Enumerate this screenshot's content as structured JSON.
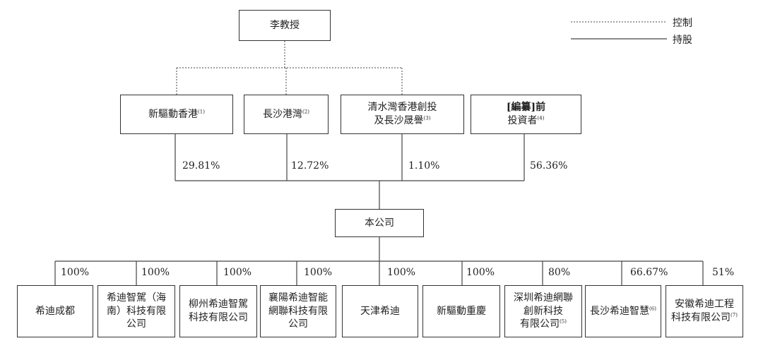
{
  "legend": {
    "control": "控制",
    "holding": "持股"
  },
  "founder": "李教授",
  "shareholders": [
    {
      "line1": "新驅動香港",
      "line2": "",
      "note": "(1)",
      "percent": "29.81%"
    },
    {
      "line1": "長沙港灣",
      "line2": "",
      "note": "(2)",
      "percent": "12.72%"
    },
    {
      "line1": "清水灣香港創投",
      "line2": "及長沙晟譽",
      "note": "(3)",
      "percent": "1.10%"
    },
    {
      "line1": "[編纂]前",
      "line2": "投資者",
      "note": "(4)",
      "percent": "56.36%"
    }
  ],
  "company": "本公司",
  "subsidiaries": [
    {
      "lines": [
        "希迪成都"
      ],
      "note": "",
      "percent": "100%"
    },
    {
      "lines": [
        "希迪智駕（海",
        "南）科技有限",
        "公司"
      ],
      "note": "",
      "percent": "100%"
    },
    {
      "lines": [
        "柳州希迪智駕",
        "科技有限公司"
      ],
      "note": "",
      "percent": "100%"
    },
    {
      "lines": [
        "襄陽希迪智能",
        "網聯科技有限",
        "公司"
      ],
      "note": "",
      "percent": "100%"
    },
    {
      "lines": [
        "天津希迪"
      ],
      "note": "",
      "percent": "100%"
    },
    {
      "lines": [
        "新驅動重慶"
      ],
      "note": "",
      "percent": "100%"
    },
    {
      "lines": [
        "深圳希迪網聯",
        "創新科技",
        "有限公司"
      ],
      "note": "(5)",
      "percent": "80%"
    },
    {
      "lines": [
        "長沙希迪智慧"
      ],
      "note": "(6)",
      "percent": "66.67%"
    },
    {
      "lines": [
        "安徽希迪工程",
        "科技有限公司"
      ],
      "note": "(7)",
      "percent": "51%"
    }
  ]
}
